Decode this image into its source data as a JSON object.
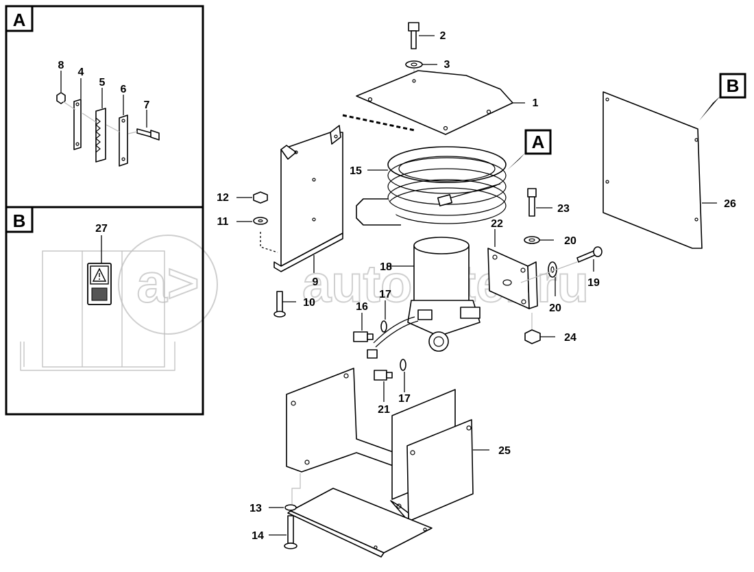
{
  "panels": {
    "a": {
      "letter": "A"
    },
    "b": {
      "letter": "B"
    }
  },
  "callouts": {
    "a": "A",
    "b": "B"
  },
  "watermark": "autopiter.ru",
  "watermark_logo": "a>",
  "part_labels": {
    "p1": "1",
    "p2": "2",
    "p3": "3",
    "p4": "4",
    "p5": "5",
    "p6": "6",
    "p7": "7",
    "p8": "8",
    "p9": "9",
    "p10": "10",
    "p11": "11",
    "p12": "12",
    "p13": "13",
    "p14": "14",
    "p15": "15",
    "p16": "16",
    "p17a": "17",
    "p17b": "17",
    "p18": "18",
    "p19": "19",
    "p20a": "20",
    "p20b": "20",
    "p21": "21",
    "p22": "22",
    "p23": "23",
    "p24": "24",
    "p25": "25",
    "p26": "26",
    "p27": "27"
  }
}
